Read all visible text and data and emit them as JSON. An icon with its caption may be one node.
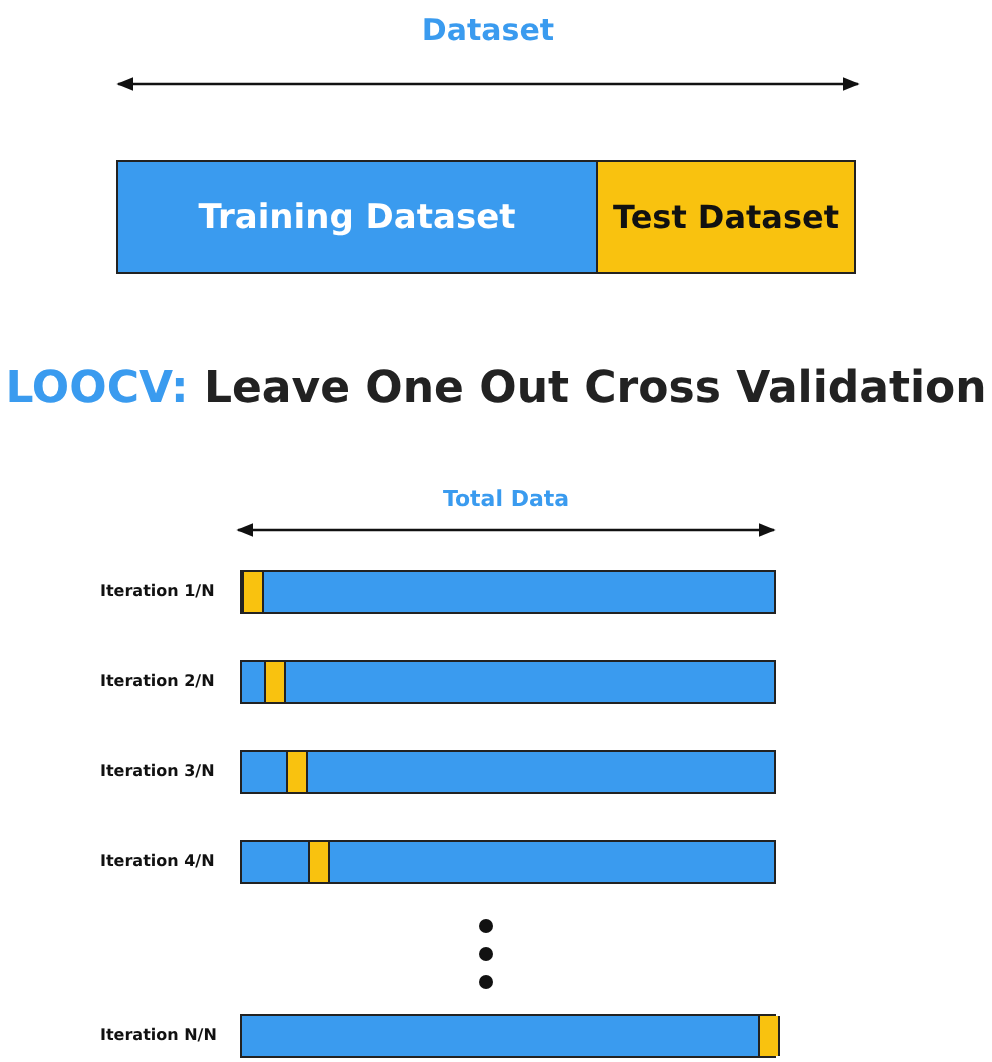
{
  "diagram": {
    "title": "LOOCV: Leave One Out Cross Validation",
    "nodes": [
      {
        "text": [
          "Training Dataset"
        ]
      },
      {
        "text": [
          "Test Dataset"
        ]
      },
      {
        "text": [],
        "shape": "bar",
        "beside": [
          "Iteration 1/N"
        ]
      },
      {
        "text": [],
        "shape": "bar",
        "beside": [
          "Iteration 2/N"
        ]
      },
      {
        "text": [],
        "shape": "bar",
        "beside": [
          "Iteration 3/N"
        ]
      },
      {
        "text": [],
        "shape": "bar",
        "beside": [
          "Iteration 4/N"
        ]
      },
      {
        "text": [],
        "shape": "bar",
        "beside": [
          "Iteration N/N"
        ]
      }
    ],
    "edges": [],
    "labels": [
      "Dataset",
      "Total Data"
    ]
  }
}
